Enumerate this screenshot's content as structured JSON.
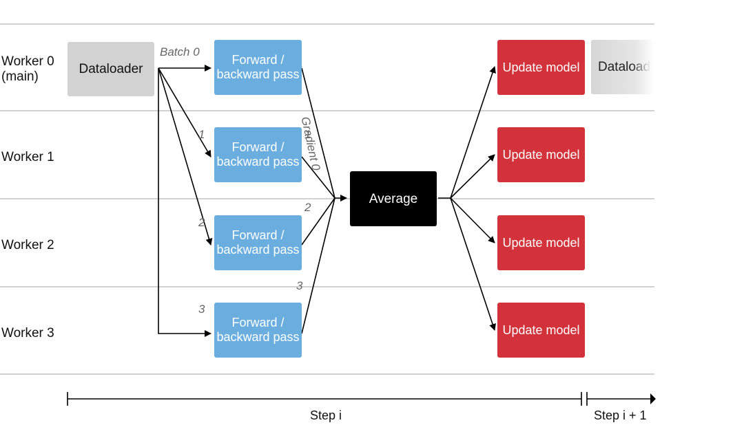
{
  "workers": [
    {
      "label": "Worker 0\n(main)"
    },
    {
      "label": "Worker 1"
    },
    {
      "label": "Worker 2"
    },
    {
      "label": "Worker 3"
    }
  ],
  "dataloader": {
    "label": "Dataloader"
  },
  "dataloader_next": {
    "label": "Dataload"
  },
  "forward_backward": {
    "label": "Forward /\nbackward pass"
  },
  "average": {
    "label": "Average"
  },
  "update": {
    "label": "Update model"
  },
  "batches": [
    "Batch 0",
    "1",
    "2",
    "3"
  ],
  "gradients": [
    "Gradient 0",
    "1",
    "2",
    "3"
  ],
  "timeline": {
    "step_i": "Step i",
    "step_next": "Step i + 1"
  }
}
